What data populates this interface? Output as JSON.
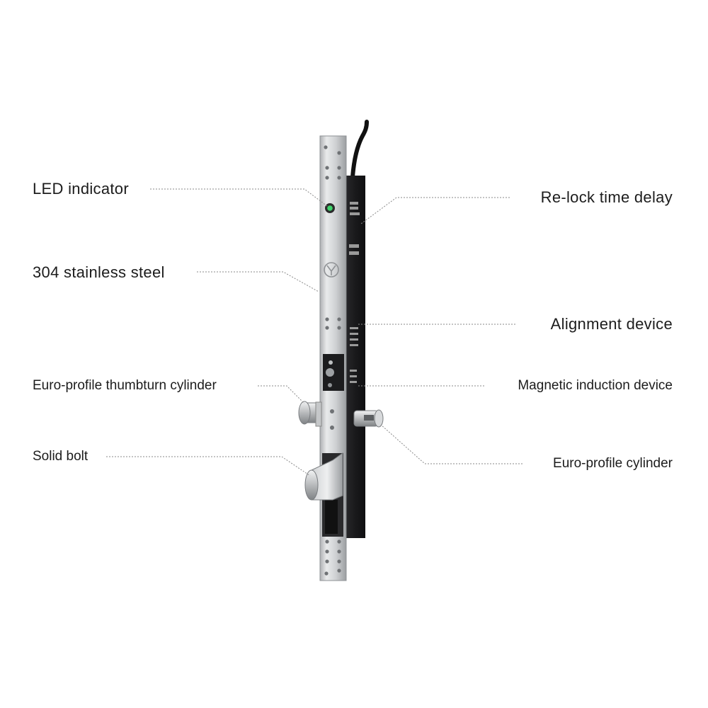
{
  "labels": {
    "led_indicator": "LED indicator",
    "stainless_steel": "304 stainless steel",
    "thumbturn_cylinder": "Euro-profile thumbturn cylinder",
    "solid_bolt": "Solid bolt",
    "relock_delay": "Re-lock time delay",
    "alignment_device": "Alignment device",
    "magnetic_induction": "Magnetic induction device",
    "euro_cylinder": "Euro-profile cylinder"
  },
  "colors": {
    "steel_light": "#e4e5e6",
    "steel_mid": "#b9bbbd",
    "steel_dark": "#8c8f92",
    "body_dark": "#1b1b1d",
    "led_green": "#3fd36b",
    "leader_line": "#8a8a8a"
  }
}
